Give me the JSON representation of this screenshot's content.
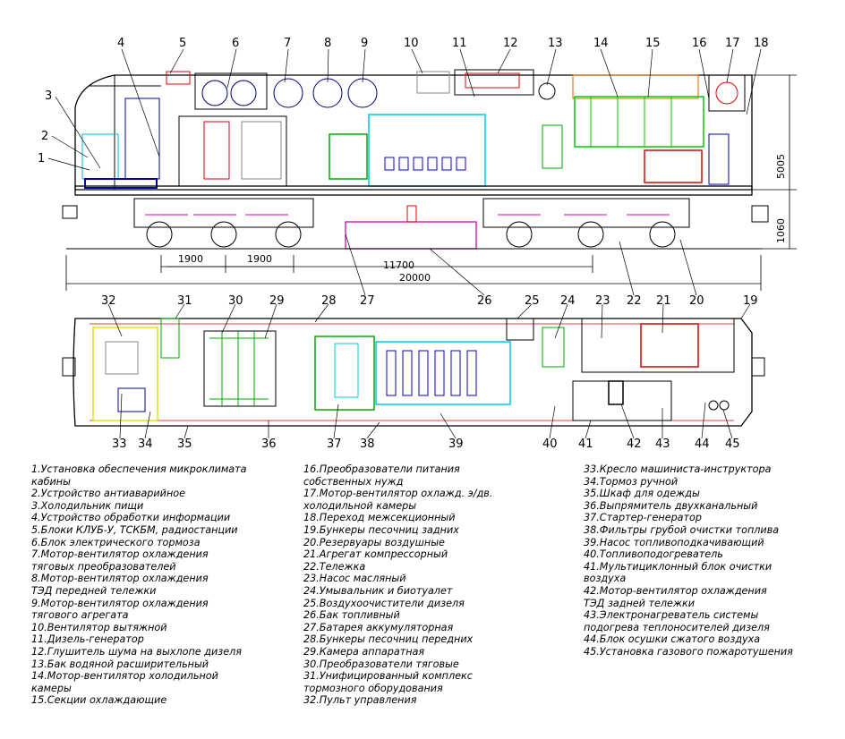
{
  "dimensions": {
    "height_total": "5005",
    "height_lower": "1060",
    "bogie_span_a": "1900",
    "bogie_span_b": "1900",
    "bogie_centers": "11700",
    "overall_length": "20000"
  },
  "callouts_top": [
    "4",
    "5",
    "6",
    "7",
    "8",
    "9",
    "10",
    "11",
    "12",
    "13",
    "14",
    "15",
    "16",
    "17",
    "18"
  ],
  "callouts_left": [
    "3",
    "2",
    "1"
  ],
  "callouts_mid": [
    "32",
    "31",
    "30",
    "29",
    "28",
    "27",
    "26",
    "25",
    "24",
    "23",
    "22",
    "21",
    "20",
    "19"
  ],
  "callouts_bottom": [
    "33",
    "34",
    "35",
    "36",
    "37",
    "38",
    "39",
    "40",
    "41",
    "42",
    "43",
    "44",
    "45"
  ],
  "legend": {
    "col1": [
      "1.Установка обеспечения микроклимата\nкабины",
      "2.Устройство антиаварийное",
      "3.Холодильник пищи",
      "4.Устройство обработки информации",
      "5.Блоки КЛУБ-У, ТСКБМ, радиостанции",
      "6.Блок электрического тормоза",
      "7.Мотор-вентилятор охлаждения\nтяговых преобразователей",
      "8.Мотор-вентилятор охлаждения\nТЭД передней тележки",
      "9.Мотор-вентилятор охлаждения\nтягового агрегата",
      "10.Вентилятор вытяжной",
      "11.Дизель-генератор",
      "12.Глушитель шума на выхлопе дизеля",
      "13.Бак водяной расширительный",
      "14.Мотор-вентилятор холодильной\nкамеры",
      "15.Секции охлаждающие"
    ],
    "col2": [
      "16.Преобразователи питания\nсобственных нужд",
      "17.Мотор-вентилятор охлажд. э/дв.\nхолодильной камеры",
      "18.Переход межсекционный",
      "19.Бункеры песочниц задних",
      "20.Резервуары воздушные",
      "21.Агрегат компрессорный",
      "22.Тележка",
      "23.Насос масляный",
      "24.Умывальник и биотуалет",
      "25.Воздухоочистители дизеля",
      "26.Бак топливный",
      "27.Батарея аккумуляторная",
      "28.Бункеры песочниц передних",
      "29.Камера аппаратная",
      "30.Преобразователи тяговые",
      "31.Унифицированный комплекс\nтормозного оборудования",
      "32.Пульт управления"
    ],
    "col3": [
      "33.Кресло машиниста-инструктора",
      "34.Тормоз ручной",
      "35.Шкаф для одежды",
      "36.Выпрямитель двухканальный",
      "37.Стартер-генератор",
      "38.Фильтры грубой очистки топлива",
      "39.Насос топливоподкачивающий",
      "40.Топливоподогреватель",
      "41.Мультициклонный блок очистки\nвоздуха",
      "42.Мотор-вентилятор охлаждения\nТЭД задней тележки",
      "43.Электронагреватель системы\nподогрева теплоносителей дизеля",
      "44.Блок осушки сжатого воздуха",
      "45.Установка газового пожаротушения"
    ]
  }
}
